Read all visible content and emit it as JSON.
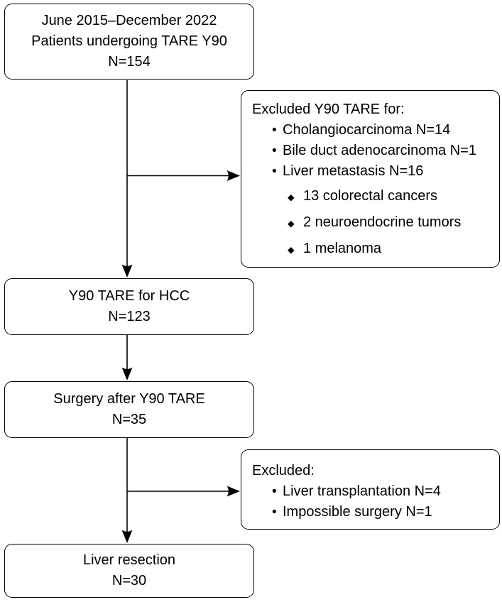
{
  "figure": {
    "kind": "patient-flow-diagram"
  },
  "colors": {
    "background": "#ffffff",
    "line": "#000000",
    "text": "#000000"
  },
  "icons": {
    "bullet": "•",
    "sub_bullet": "◆",
    "arrow": "filled-triangle-arrowhead"
  },
  "nodes": {
    "patients": {
      "line1": "June 2015–December 2022",
      "line2": "Patients undergoing TARE Y90",
      "n": "N=154"
    },
    "excluded_tare": {
      "title": "Excluded Y90 TARE for:",
      "bullets": [
        "Cholangiocarcinoma N=14",
        "Bile duct adenocarcinoma N=1",
        "Liver metastasis N=16"
      ],
      "sub_bullets": [
        "13 colorectal cancers",
        "2 neuroendocrine tumors",
        "1 melanoma"
      ]
    },
    "hcc": {
      "line1": "Y90 TARE for HCC",
      "n": "N=123"
    },
    "surgery": {
      "line1": "Surgery after Y90 TARE",
      "n": "N=35"
    },
    "excluded_surgery": {
      "title": "Excluded:",
      "bullets": [
        "Liver transplantation N=4",
        "Impossible surgery N=1"
      ]
    },
    "resection": {
      "line1": "Liver resection",
      "n": "N=30"
    }
  }
}
